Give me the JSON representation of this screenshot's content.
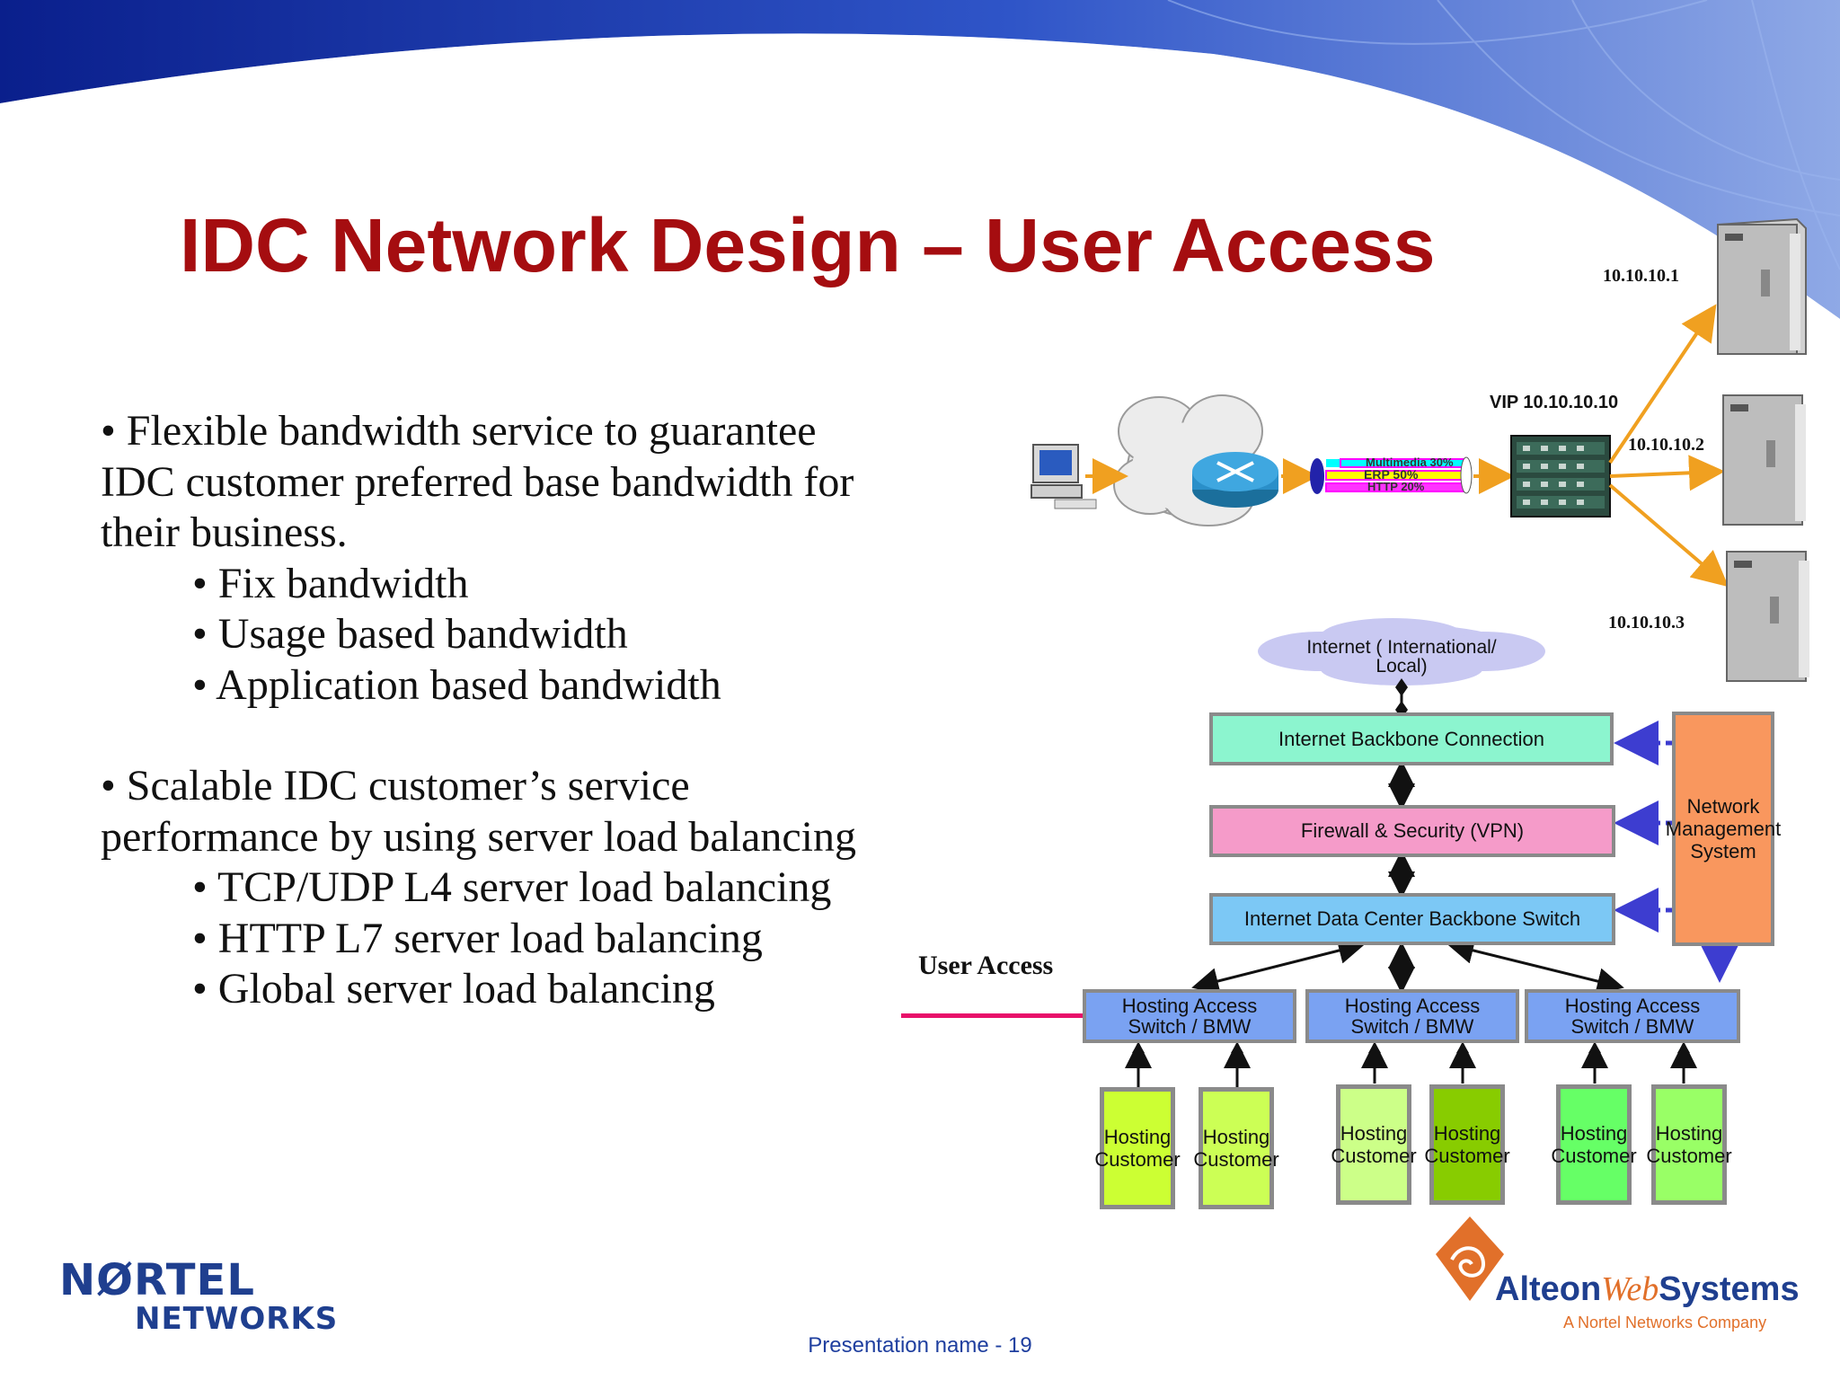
{
  "slide": {
    "title": "IDC Network Design – User Access",
    "footer": "Presentation name - 19"
  },
  "bullets": {
    "b1_line1": "• Flexible bandwidth service to guarantee",
    "b1_line2": "IDC customer preferred base bandwidth for",
    "b1_line3": "their business.",
    "b1_sub": [
      "• Fix bandwidth",
      "• Usage based bandwidth",
      "• Application based bandwidth"
    ],
    "b2_line1": "• Scalable IDC customer’s service",
    "b2_line2": "performance by using server load balancing",
    "b2_sub": [
      "• TCP/UDP L4 server load balancing",
      "• HTTP L7 server load balancing",
      "• Global server load balancing"
    ]
  },
  "load_balancer_diagram": {
    "vip_label": "VIP 10.10.10.10",
    "server_ips": [
      "10.10.10.1",
      "10.10.10.2",
      "10.10.10.3"
    ],
    "pipe_labels": [
      "Multimedia 30%",
      "ERP 50%",
      "HTTP 20%"
    ]
  },
  "idc_diagram": {
    "internet_cloud_line1": "Internet ( International/",
    "internet_cloud_line2": "Local)",
    "backbone_connection": "Internet Backbone Connection",
    "firewall": "Firewall & Security (VPN)",
    "backbone_switch": "Internet Data Center Backbone Switch",
    "nms_line1": "Network",
    "nms_line2": "Management",
    "nms_line3": "System",
    "user_access_label": "User Access",
    "access_switch_line1": "Hosting Access",
    "access_switch_line2": "Switch / BMW",
    "customer_line1": "Hosting",
    "customer_line2": "Customer"
  },
  "logos": {
    "nortel_line1": "NØRTEL",
    "nortel_line2": "NETWORKS",
    "alteon_name": "Alteon",
    "alteon_web": "Web",
    "alteon_systems": "Systems",
    "alteon_tagline": "A Nortel Networks Company"
  },
  "colors": {
    "title": "#a50d10",
    "backbone_connection_fill": "#8cf5cf",
    "firewall_fill": "#f59bc9",
    "backbone_switch_fill": "#7cc8f5",
    "nms_fill": "#f9975e",
    "access_switch_fill": "#7aa2f2",
    "arrow_orange": "#f0a020",
    "user_access_line": "#e8106a"
  }
}
